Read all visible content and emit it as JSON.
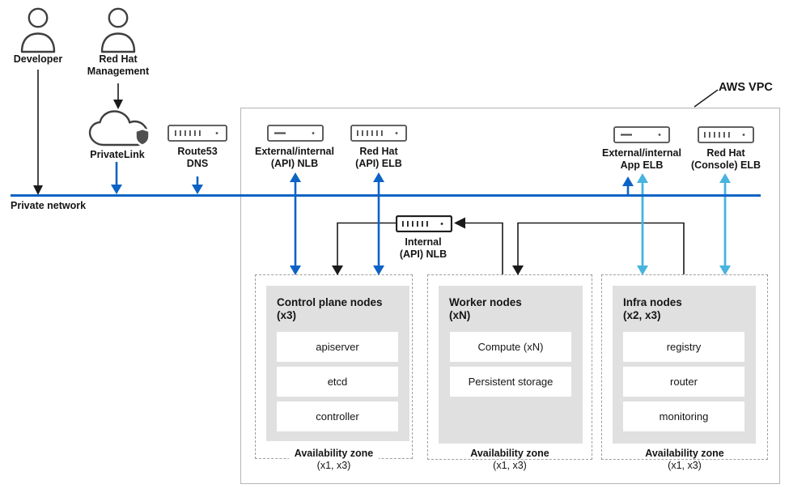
{
  "labels": {
    "aws_vpc": "AWS VPC",
    "private_network": "Private network"
  },
  "actors": {
    "developer": {
      "label": "Developer",
      "icon": "person-icon"
    },
    "red_hat_management": {
      "line1": "Red Hat",
      "line2": "Management",
      "icon": "person-icon"
    }
  },
  "services": {
    "privatelink": {
      "label": "PrivateLink",
      "icon": "cloud-lock-icon"
    },
    "route53": {
      "line1": "Route53",
      "line2": "DNS",
      "icon": "load-balancer-ticks-icon"
    },
    "api_nlb": {
      "line1": "External/internal",
      "line2": "(API) NLB",
      "icon": "load-balancer-dash-icon"
    },
    "api_elb": {
      "line1": "Red Hat",
      "line2": "(API) ELB",
      "icon": "load-balancer-ticks-icon"
    },
    "app_elb": {
      "line1": "External/internal",
      "line2": "App ELB",
      "icon": "load-balancer-dash-icon"
    },
    "console_elb": {
      "line1": "Red Hat",
      "line2": "(Console) ELB",
      "icon": "load-balancer-ticks-icon"
    },
    "internal_nlb": {
      "line1": "Internal",
      "line2": "(API) NLB",
      "icon": "load-balancer-ticks-icon"
    }
  },
  "zones": {
    "control_plane": {
      "title_line1": "Control plane nodes",
      "title_line2": "(x3)",
      "items": [
        "apiserver",
        "etcd",
        "controller"
      ],
      "az_label": "Availability zone",
      "az_count": "(x1, x3)"
    },
    "worker": {
      "title_line1": "Worker nodes",
      "title_line2": "(xN)",
      "items": [
        "Compute (xN)",
        "Persistent storage"
      ],
      "az_label": "Availability zone",
      "az_count": "(x1, x3)"
    },
    "infra": {
      "title_line1": "Infra nodes",
      "title_line2": "(x2, x3)",
      "items": [
        "registry",
        "router",
        "monitoring"
      ],
      "az_label": "Availability zone",
      "az_count": "(x1, x3)"
    }
  },
  "colors": {
    "primary_blue": "#0d63c5",
    "light_blue": "#47b4de",
    "line_black": "#1a1a1a",
    "panel_gray": "#e0e0e0",
    "vpc_border_gray": "#b5b5b5",
    "dashed_border_gray": "#9e9e9e",
    "icon_stroke": "#4d4d4d",
    "text": "#151515"
  }
}
